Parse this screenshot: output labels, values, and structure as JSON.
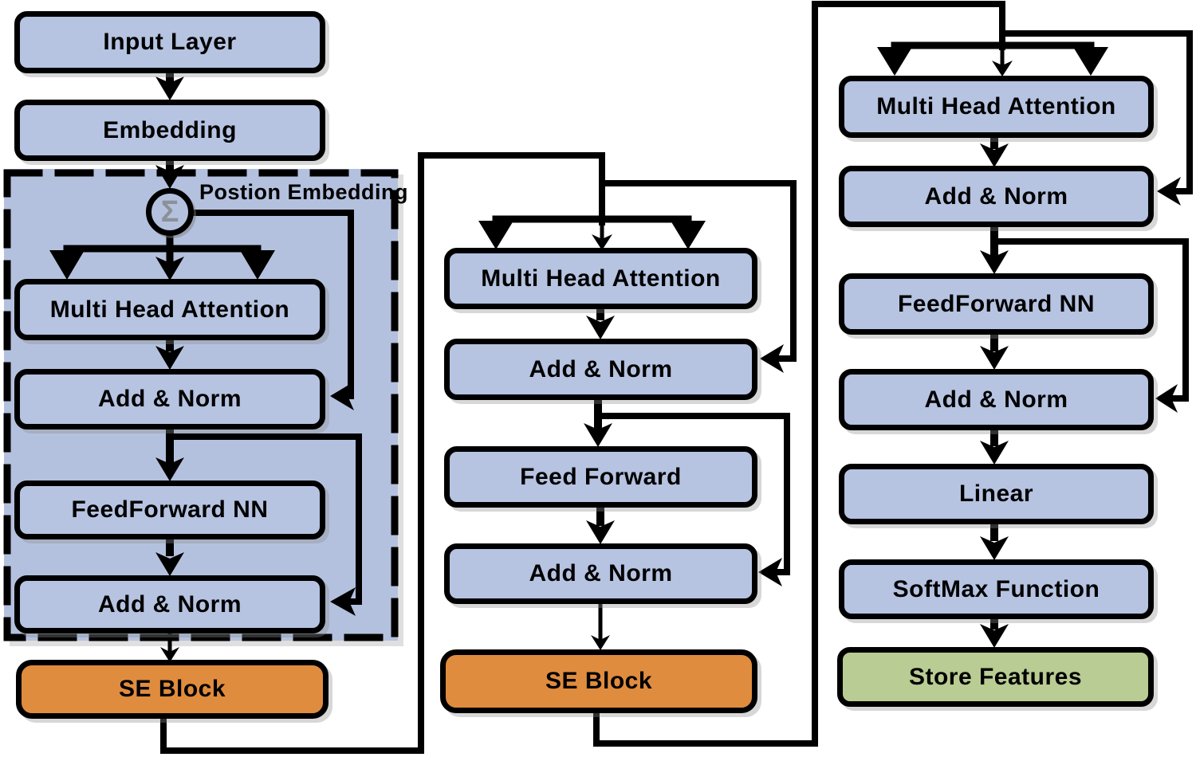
{
  "annotations": {
    "position_embedding_label": "Postion Embedding",
    "sum_symbol": "Σ"
  },
  "columns": {
    "left": {
      "blocks": {
        "input": "Input Layer",
        "embedding": "Embedding",
        "mha": "Multi Head Attention",
        "add_norm_1": "Add & Norm",
        "ffnn": "FeedForward NN",
        "add_norm_2": "Add & Norm",
        "se": "SE Block"
      }
    },
    "middle": {
      "blocks": {
        "mha": "Multi Head Attention",
        "add_norm_1": "Add & Norm",
        "ff": "Feed Forward",
        "add_norm_2": "Add & Norm",
        "se": "SE Block"
      }
    },
    "right": {
      "blocks": {
        "mha": "Multi Head Attention",
        "add_norm_1": "Add & Norm",
        "ffnn": "FeedForward NN",
        "add_norm_2": "Add & Norm",
        "linear": "Linear",
        "softmax": "SoftMax Function",
        "store": "Store Features"
      }
    }
  },
  "colors": {
    "block_fill": "#b6c3e1",
    "block_border": "#000000",
    "se_block_fill": "#e08c3e",
    "store_block_fill": "#b9cc93",
    "dashed_region_fill": "#b4c1de",
    "connector": "#000000",
    "sum_symbol_color": "#8b9099"
  }
}
